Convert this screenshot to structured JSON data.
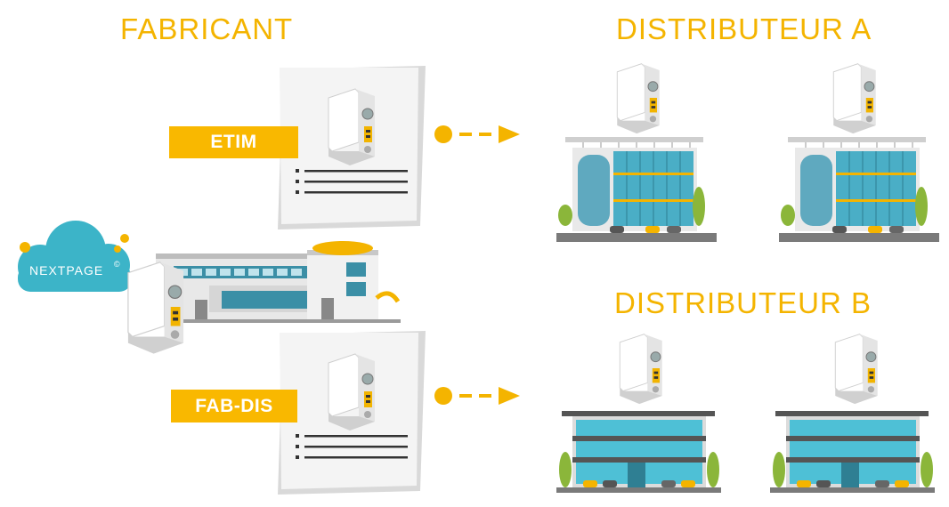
{
  "headings": {
    "manufacturer": "FABRICANT",
    "distributor_a": "DISTRIBUTEUR A",
    "distributor_b": "DISTRIBUTEUR B"
  },
  "standards": {
    "top": "ETIM",
    "bottom": "FAB-DIS"
  },
  "brand": {
    "cloud_label": "NEXTPAGE",
    "mark": "©"
  },
  "colors": {
    "accent": "#f4b400",
    "cloud": "#3cb4c8",
    "glass": "#4aaec6"
  }
}
